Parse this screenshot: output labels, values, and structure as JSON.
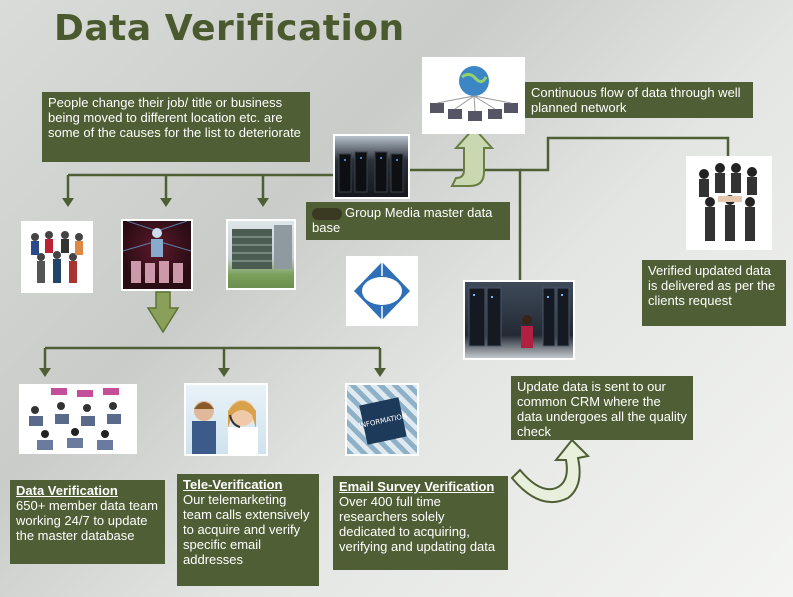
{
  "title": "Data Verification",
  "causes_text": "People change their job/ title or business  being moved to different location etc. are some of the causes for the list to deteriorate",
  "network_text": "Continuous flow of data through well planned network",
  "master_db_text": "Group Media master data base",
  "verified_text": "Verified updated data is delivered as per the clients request",
  "crm_text": "Update data is sent to our common CRM where the  data undergoes all the quality check",
  "methods": [
    {
      "head": "Data Verification",
      "text": "650+ member data team working 24/7 to update the master database"
    },
    {
      "head": "Tele-Verification",
      "text": "Our telemarketing team calls extensively to acquire and verify specific email addresses"
    },
    {
      "head": "Email Survey  Verification",
      "text": "Over 400 full time researchers solely dedicated to acquiring, verifying and updating data"
    }
  ],
  "email_image_label": "INFORMATION",
  "colors": {
    "box": "#4f5e34",
    "title": "#4a5a2e",
    "line": "#4f5e34"
  }
}
